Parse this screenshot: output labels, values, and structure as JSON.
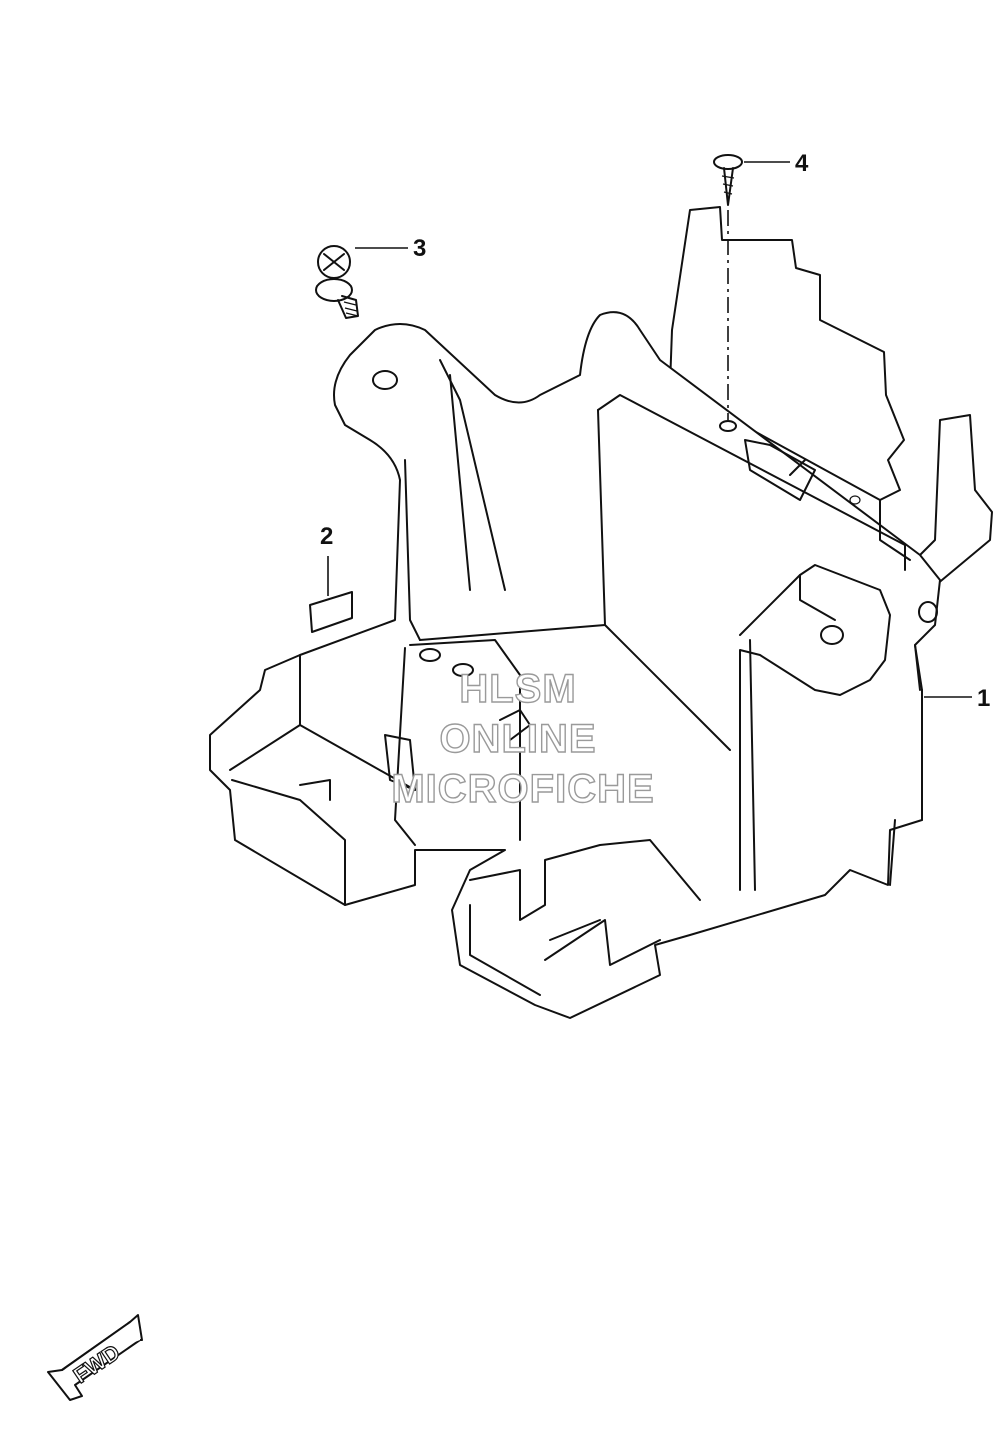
{
  "diagram": {
    "callouts": [
      {
        "id": "1",
        "label": "1"
      },
      {
        "id": "2",
        "label": "2"
      },
      {
        "id": "3",
        "label": "3"
      },
      {
        "id": "4",
        "label": "4"
      }
    ],
    "watermark": {
      "line1": "HLSM",
      "line2": "ONLINE",
      "line3": "MICROFICHE"
    },
    "direction_arrow": {
      "label": "FWD",
      "icon": "fwd-arrow-icon"
    },
    "colors": {
      "line": "#111111",
      "watermark_outline": "#9a9a9a",
      "background": "#ffffff"
    }
  }
}
